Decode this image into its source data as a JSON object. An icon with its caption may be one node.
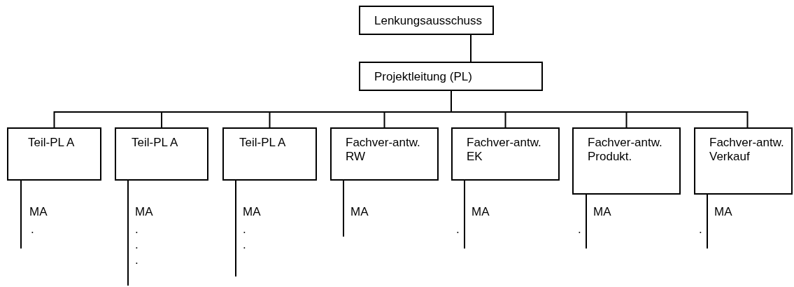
{
  "diagram": {
    "nodes": [
      {
        "text": [
          "Lenkungsausschuss"
        ]
      },
      {
        "text": [
          "Projektleitung (PL)"
        ]
      },
      {
        "text": [
          "Teil-PL A"
        ]
      },
      {
        "text": [
          "Teil-PL A"
        ]
      },
      {
        "text": [
          "Teil-PL A"
        ]
      },
      {
        "text": [
          "Fachver-antw. RW"
        ]
      },
      {
        "text": [
          "Fachver-antw. EK"
        ]
      },
      {
        "text": [
          "Fachver-antw. Produkt."
        ]
      },
      {
        "text": [
          "Fachver-antw. Verkauf"
        ]
      }
    ],
    "edges": [
      {
        "from": 0,
        "to": 1,
        "arrow": "none"
      },
      {
        "from": 1,
        "to": 2,
        "arrow": "none"
      },
      {
        "from": 1,
        "to": 3,
        "arrow": "none"
      },
      {
        "from": 1,
        "to": 4,
        "arrow": "none"
      },
      {
        "from": 1,
        "to": 5,
        "arrow": "none"
      },
      {
        "from": 1,
        "to": 6,
        "arrow": "none"
      },
      {
        "from": 1,
        "to": 7,
        "arrow": "none"
      },
      {
        "from": 1,
        "to": 8,
        "arrow": "none"
      },
      {
        "from": 2,
        "to": null,
        "arrow": "none"
      },
      {
        "from": 3,
        "to": null,
        "arrow": "none"
      },
      {
        "from": 4,
        "to": null,
        "arrow": "none"
      },
      {
        "from": 5,
        "to": null,
        "arrow": "none"
      },
      {
        "from": 6,
        "to": null,
        "arrow": "none"
      },
      {
        "from": 7,
        "to": null,
        "arrow": "none"
      },
      {
        "from": 8,
        "to": null,
        "arrow": "none"
      }
    ],
    "labels": [
      "MA",
      ".",
      "MA",
      ".",
      ".",
      ".",
      "MA",
      ".",
      ".",
      "MA",
      "MA",
      ".",
      "MA",
      ".",
      "MA",
      "."
    ]
  }
}
